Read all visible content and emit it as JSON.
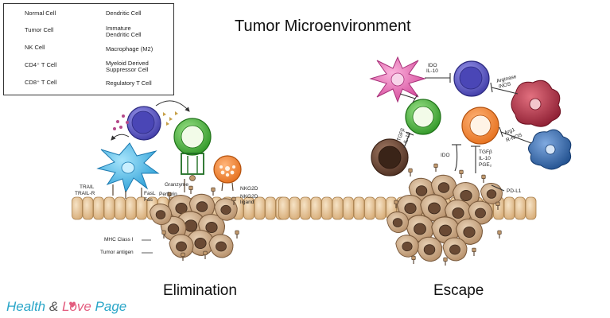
{
  "title": "Tumor Microenvironment",
  "sections": {
    "left": "Elimination",
    "right": "Escape"
  },
  "legend": {
    "normal": "Normal Cell",
    "tumor": "Tumor Cell",
    "nk": "NK Cell",
    "cd4": "CD4⁺ T Cell",
    "cd8": "CD8⁺ T Cell",
    "dendritic": "Dendritic Cell",
    "immature1": "Immature",
    "immature2": "Dendritic Cell",
    "macrophage": "Macrophage (M2)",
    "mdsc1": "Myeloid Derived",
    "mdsc2": "Suppressor Cell",
    "treg": "Regulatory T Cell"
  },
  "labels": {
    "trail": "TRAIL",
    "trail_r": "TRAIL-R",
    "fasl": "FasL",
    "fas": "Fas",
    "granzyme": "Granzyme",
    "perforin": "Perforin",
    "nkg2d": "NKG2D",
    "nkg2d_lig1": "NKG2D",
    "nkg2d_lig2": "ligand",
    "mhc": "MHC Class I",
    "antigen": "Tumor antigen",
    "ido_il10_1": "IDO",
    "ido_il10_2": "IL-10",
    "arginase": "Arginase",
    "inos": "iNOS",
    "tgfb_il10_1": "TGFβ",
    "tgfb_il10_2": "IL-10",
    "ido": "IDO",
    "tgfb3_1": "TGFβ",
    "tgfb3_2": "IL-10",
    "tgfb3_3": "PGE₂",
    "arg1": "Arg1",
    "rnos": "R-NOS",
    "pdl1": "PD-L1"
  },
  "brand": {
    "p1": "Health",
    "amp": " & ",
    "p2": "Love",
    "p3": " Page"
  },
  "colors": {
    "normal": "#e8c598",
    "tumor": "#c7a07a",
    "nk": "#f08a3c",
    "cd4": "#6a67c9",
    "cd8": "#5bb84a",
    "dendritic": "#45b5e6",
    "immature": "#e770b2",
    "macrophage": "#b8384c",
    "mdsc": "#3a6cae",
    "treg": "#6b4634"
  }
}
